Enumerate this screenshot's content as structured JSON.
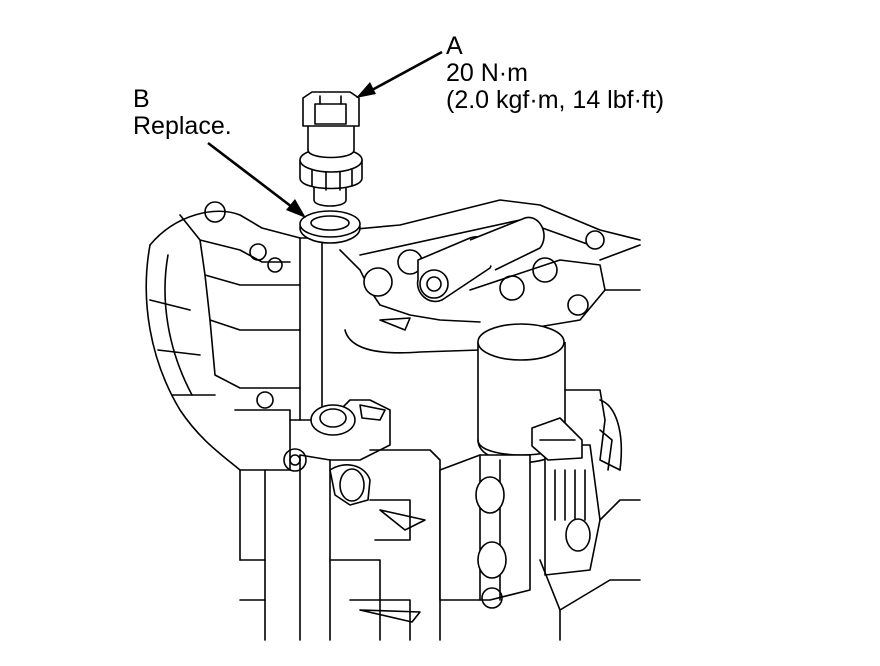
{
  "callouts": {
    "a": {
      "letter": "A",
      "torque_nm": "20 N·m",
      "torque_alt": "(2.0 kgf·m, 14 lbf·ft)"
    },
    "b": {
      "letter": "B",
      "note": "Replace."
    }
  }
}
